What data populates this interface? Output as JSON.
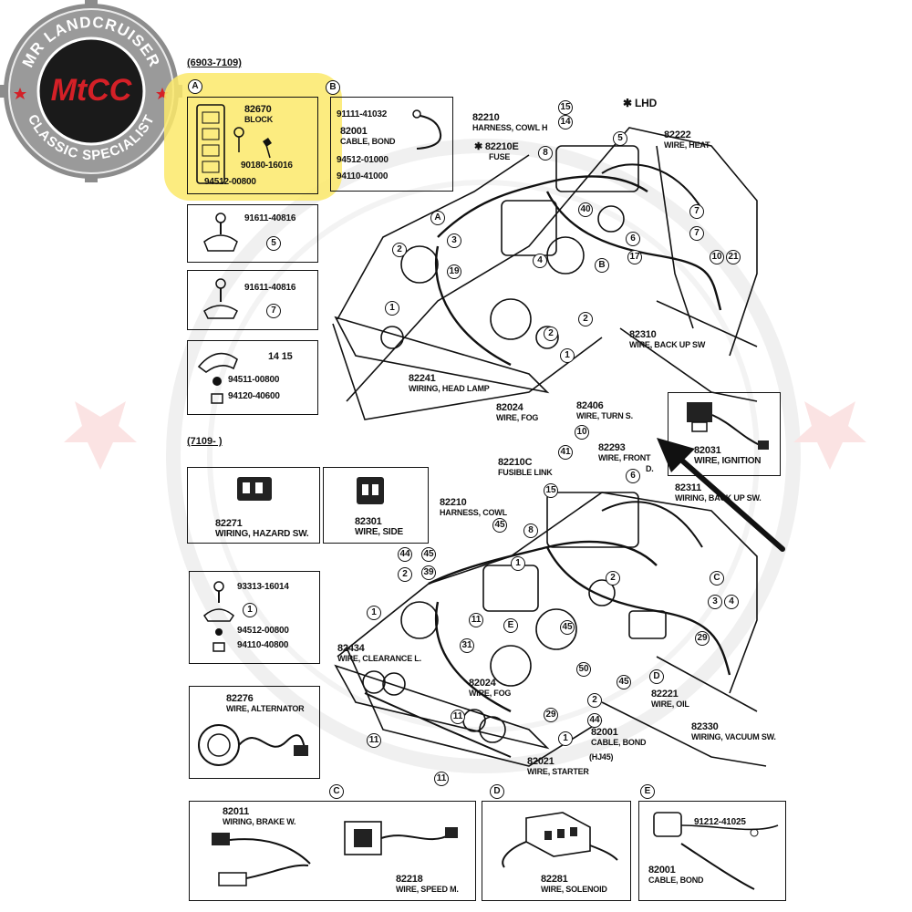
{
  "logo": {
    "arc_top": "MR LANDCRUISER",
    "arc_bottom": "CLASSIC SPECIALIST",
    "mark": "MtCC",
    "colors": {
      "ring": "#8c8c8c",
      "inner": "#1a1a1a",
      "red": "#d42027",
      "white": "#ffffff"
    }
  },
  "periods": {
    "early": "(6903-7109)",
    "late": "(7109-      )"
  },
  "lhd_label": "✱ LHD",
  "panels": {
    "A": {
      "letter": "A",
      "part": "82670",
      "name": "BLOCK",
      "p2": "90180-16016",
      "p3": "94512-00800"
    },
    "B": {
      "letter": "B",
      "p1": "91111-41032",
      "p2": "82001",
      "p2_name": "CABLE, BOND",
      "p3": "94512-01000",
      "p4": "94110-41000"
    },
    "clamp5": {
      "part": "91611-40816",
      "ref": "5"
    },
    "clamp7": {
      "part": "91611-40816",
      "ref": "7"
    },
    "clamp1415": {
      "ref": "14 15",
      "p2": "94511-00800",
      "p3": "94120-40600"
    },
    "hazard": {
      "part": "82271",
      "name": "WIRING, HAZARD SW."
    },
    "side": {
      "part": "82301",
      "name": "WIRE, SIDE"
    },
    "clamp1": {
      "p1": "93313-16014",
      "ref": "1",
      "p3": "94512-00800",
      "p4": "94110-40800"
    },
    "alternator": {
      "part": "82276",
      "name": "WIRE, ALTERNATOR"
    },
    "ignition": {
      "part": "82031",
      "name": "WIRE, IGNITION"
    },
    "C": {
      "letter": "C",
      "p1": "82011",
      "p1_name": "WIRING, BRAKE W.",
      "p2": "82218",
      "p2_name": "WIRE, SPEED M."
    },
    "D": {
      "letter": "D",
      "part": "82281",
      "name": "WIRE, SOLENOID"
    },
    "E": {
      "letter": "E",
      "p1": "91212-41025",
      "p2": "82001",
      "p2_name": "CABLE, BOND"
    }
  },
  "upper": {
    "harness": {
      "part": "82210",
      "name": "HARNESS, COWL H"
    },
    "fuse": {
      "part": "✱ 82210E",
      "name": "FUSE"
    },
    "wire_heat": {
      "part": "82222",
      "name": "WIRE, HEAT"
    },
    "back_up": {
      "part": "82310",
      "name": "WIRE, BACK UP SW"
    },
    "head_lamp": {
      "part": "82241",
      "name": "WIRING, HEAD LAMP"
    },
    "fog": {
      "part": "82024",
      "name": "WIRE, FOG"
    }
  },
  "lower": {
    "turn": {
      "part": "82406",
      "name": "WIRE, TURN S."
    },
    "front": {
      "part": "82293",
      "name": "WIRE, FRONT",
      "suffix": "D."
    },
    "fusible": {
      "part": "82210C",
      "name": "FUSIBLE LINK"
    },
    "back_up2": {
      "part": "82311",
      "name": "WIRING, BACK UP SW."
    },
    "harness": {
      "part": "82210",
      "name": "HARNESS, COWL"
    },
    "clearance": {
      "part": "82434",
      "name": "WIRE, CLEARANCE L."
    },
    "fog": {
      "part": "82024",
      "name": "WIRE, FOG"
    },
    "oil": {
      "part": "82221",
      "name": "WIRE, OIL"
    },
    "cable_bond": {
      "part": "82001",
      "name": "CABLE, BOND"
    },
    "hj45": "(HJ45)",
    "vacuum": {
      "part": "82330",
      "name": "WIRING, VACUUM SW."
    },
    "starter": {
      "part": "82021",
      "name": "WIRE, STARTER"
    }
  },
  "callouts": {
    "u": [
      "15",
      "14",
      "5",
      "8",
      "7",
      "10",
      "21",
      "40",
      "4",
      "6",
      "17",
      "7",
      "2",
      "19",
      "3",
      "1",
      "2",
      "1",
      "2"
    ],
    "l": [
      "10",
      "41",
      "6",
      "15",
      "45",
      "8",
      "44",
      "45",
      "39",
      "2",
      "1",
      "11",
      "31",
      "45",
      "2",
      "50",
      "44",
      "11",
      "11",
      "11",
      "29",
      "1",
      "3",
      "29",
      "4",
      "45",
      "2",
      "1"
    ]
  },
  "highlight_color": "#fbe96a",
  "arrow_color": "#111111"
}
